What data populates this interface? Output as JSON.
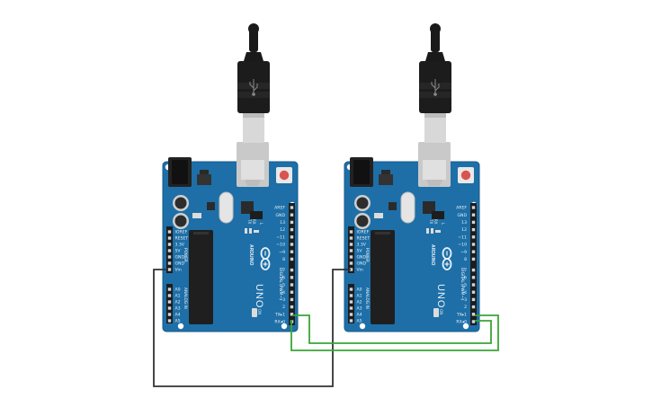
{
  "boards": [
    {
      "id": "board-1",
      "model": "UNO",
      "brand": "ARDUINO",
      "digital_header_title": "DIGITAL (PWM~)",
      "power_section_title": "POWER",
      "analog_section_title": "ANALOG IN",
      "digital_pins": [
        "AREF",
        "GND",
        "13",
        "12",
        "~11",
        "~10",
        "~9",
        "8",
        "7",
        "~6",
        "~5",
        "4",
        "~3",
        "2",
        "TX▸1",
        "RX◂0"
      ],
      "power_pins": [
        "IOREF",
        "RESET",
        "3.3V",
        "5V",
        "GND",
        "GND",
        "Vin"
      ],
      "analog_pins": [
        "A0",
        "A1",
        "A2",
        "A3",
        "A4",
        "A5"
      ],
      "led_labels": [
        "L",
        "TX",
        "RX"
      ],
      "on_label": "ON"
    },
    {
      "id": "board-2",
      "model": "UNO",
      "brand": "ARDUINO",
      "digital_header_title": "DIGITAL (PWM~)",
      "power_section_title": "POWER",
      "analog_section_title": "ANALOG IN",
      "digital_pins": [
        "AREF",
        "GND",
        "13",
        "12",
        "~11",
        "~10",
        "~9",
        "8",
        "7",
        "~6",
        "~5",
        "4",
        "~3",
        "2",
        "TX▸1",
        "RX◂0"
      ],
      "power_pins": [
        "IOREF",
        "RESET",
        "3.3V",
        "5V",
        "GND",
        "GND",
        "Vin"
      ],
      "analog_pins": [
        "A0",
        "A1",
        "A2",
        "A3",
        "A4",
        "A5"
      ],
      "led_labels": [
        "L",
        "TX",
        "RX"
      ],
      "on_label": "ON"
    }
  ],
  "wires": [
    {
      "name": "gnd-wire",
      "color": "#333333"
    },
    {
      "name": "tx-rx-wire",
      "color": "#3aa535"
    },
    {
      "name": "rx-tx-wire",
      "color": "#3aa535"
    }
  ],
  "colors": {
    "board": "#1e6fa7",
    "board_edge": "#165a89",
    "header": "#1d1d1d",
    "usb_cable": "#1a1a1a",
    "usb_metal": "#d8d8d8",
    "reset_button": "#d9534f"
  },
  "icons": [
    "usb-plug-icon",
    "arduino-logo-icon",
    "usb-trident-icon"
  ]
}
